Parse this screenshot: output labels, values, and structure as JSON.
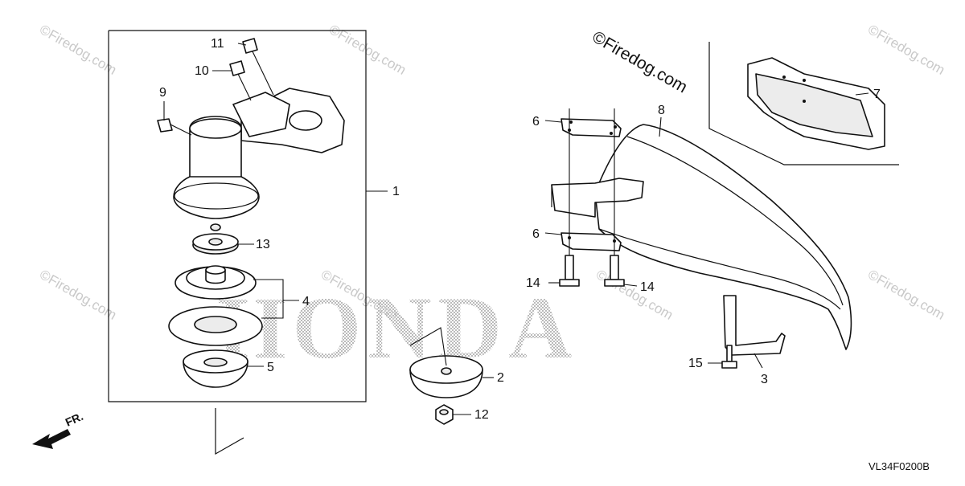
{
  "diagram": {
    "callouts": [
      {
        "id": "c1",
        "label": "1"
      },
      {
        "id": "c2",
        "label": "2"
      },
      {
        "id": "c3",
        "label": "3"
      },
      {
        "id": "c4",
        "label": "4"
      },
      {
        "id": "c5",
        "label": "5"
      },
      {
        "id": "c6a",
        "label": "6"
      },
      {
        "id": "c6b",
        "label": "6"
      },
      {
        "id": "c7",
        "label": "7"
      },
      {
        "id": "c8",
        "label": "8"
      },
      {
        "id": "c9",
        "label": "9"
      },
      {
        "id": "c10",
        "label": "10"
      },
      {
        "id": "c11",
        "label": "11"
      },
      {
        "id": "c12",
        "label": "12"
      },
      {
        "id": "c13",
        "label": "13"
      },
      {
        "id": "c14a",
        "label": "14"
      },
      {
        "id": "c14b",
        "label": "14"
      },
      {
        "id": "c15",
        "label": "15"
      }
    ],
    "watermark_main": "©Firedog.com",
    "watermark_faint": "©Firedog.com",
    "brand_watermark": "HONDA",
    "direction_label": "FR.",
    "diagram_code": "VL34F0200B"
  },
  "colors": {
    "line": "#111111",
    "watermark": "#c9c9c9",
    "background": "#ffffff"
  }
}
